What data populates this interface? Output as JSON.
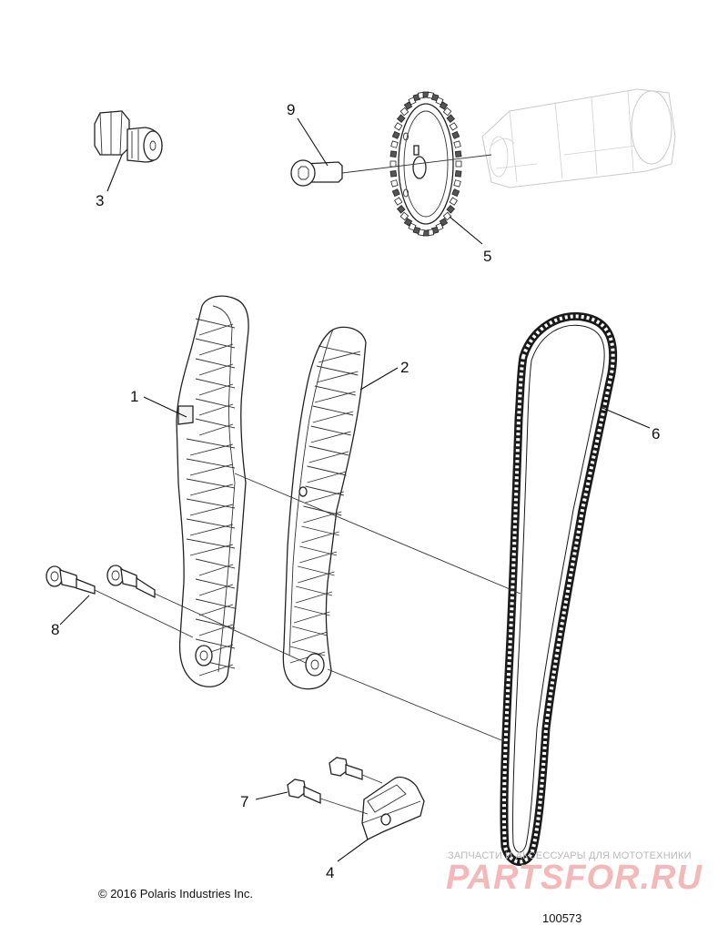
{
  "callouts": [
    {
      "id": "1",
      "label": "1"
    },
    {
      "id": "2",
      "label": "2"
    },
    {
      "id": "3",
      "label": "3"
    },
    {
      "id": "4",
      "label": "4"
    },
    {
      "id": "5",
      "label": "5"
    },
    {
      "id": "6",
      "label": "6"
    },
    {
      "id": "7",
      "label": "7"
    },
    {
      "id": "8",
      "label": "8"
    },
    {
      "id": "9",
      "label": "9"
    }
  ],
  "footer": {
    "copyright": "© 2016 Polaris Industries Inc.",
    "diagram_number": "100573"
  },
  "watermark": {
    "tagline": "ЗАПЧАСТИ И АКСЕССУАРЫ ДЛЯ МОТОТЕХНИКИ",
    "logo": "PARTSFOR.RU"
  },
  "colors": {
    "line": "#222222",
    "ghost": "#c9c9c9",
    "watermark": "#f4b8b8"
  }
}
